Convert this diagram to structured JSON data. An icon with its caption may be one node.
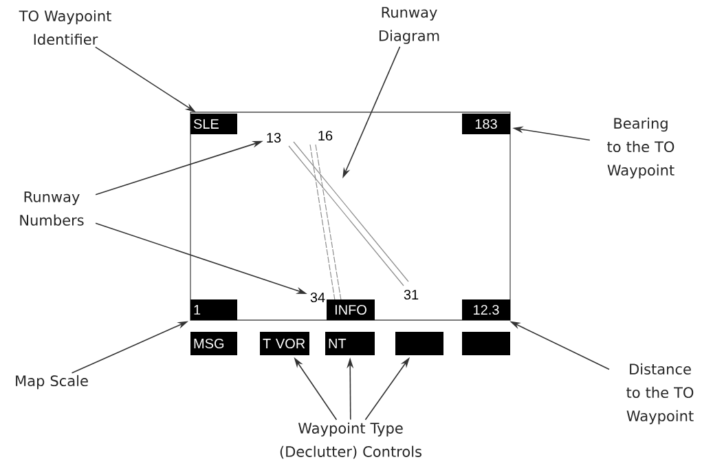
{
  "diagram": {
    "nodes": [
      {
        "text": [
          "TO Waypoint Identifier"
        ]
      },
      {
        "text": [
          "Runway Diagram"
        ]
      },
      {
        "text": [
          "Bearing to the TO Waypoint"
        ]
      },
      {
        "text": [
          "Runway Numbers"
        ]
      },
      {
        "text": [
          "Map Scale"
        ]
      },
      {
        "text": [
          "Waypoint Type (Declutter) Controls"
        ]
      },
      {
        "text": [
          "Distance to the TO Waypoint"
        ]
      },
      {
        "text": [],
        "shape": "box"
      },
      {
        "text": [
          "SLE"
        ],
        "in": 7
      },
      {
        "text": [
          "183"
        ],
        "in": 7
      },
      {
        "text": [
          "1"
        ],
        "in": 7
      },
      {
        "text": [
          "INFO"
        ],
        "in": 7
      },
      {
        "text": [
          "12.3"
        ],
        "in": 7
      },
      {
        "text": [
          "13"
        ],
        "in": 7
      },
      {
        "text": [
          "34"
        ],
        "in": 7
      },
      {
        "text": [
          "MSG"
        ]
      },
      {
        "text": [
          "T VOR"
        ]
      },
      {
        "text": [
          "NT"
        ]
      },
      {
        "text": [],
        "shape": "box"
      },
      {
        "text": [],
        "shape": "box"
      }
    ],
    "edges": [
      {
        "from": 0,
        "to": 8,
        "arrow": "to"
      },
      {
        "from": 1,
        "to": null,
        "arrow": "to"
      },
      {
        "from": 2,
        "to": 9,
        "arrow": "to"
      },
      {
        "from": 3,
        "to": 13,
        "arrow": "to"
      },
      {
        "from": 3,
        "to": 14,
        "arrow": "to"
      },
      {
        "from": 4,
        "to": 10,
        "arrow": "to"
      },
      {
        "from": 6,
        "to": 12,
        "arrow": "to"
      },
      {
        "from": 5,
        "to": 16,
        "arrow": "to"
      },
      {
        "from": 5,
        "to": 17,
        "arrow": "to"
      },
      {
        "from": 5,
        "to": 18,
        "arrow": "to"
      }
    ],
    "labels": [
      "16",
      "31"
    ]
  }
}
